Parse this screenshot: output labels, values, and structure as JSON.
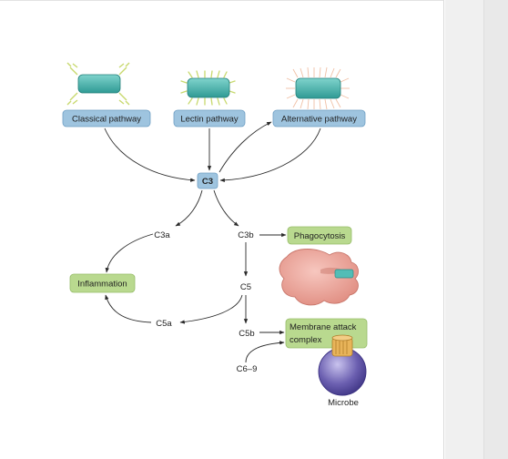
{
  "pathways": {
    "classical": "Classical pathway",
    "lectin": "Lectin pathway",
    "alternative": "Alternative pathway"
  },
  "center": {
    "c3": "C3"
  },
  "fragments": {
    "c3a": "C3a",
    "c3b": "C3b",
    "c5": "C5",
    "c5a": "C5a",
    "c5b": "C5b",
    "c6_9": "C6–9"
  },
  "outcomes": {
    "inflammation": "Inflammation",
    "phagocytosis": "Phagocytosis",
    "mac_line1": "Membrane attack",
    "mac_line2": "complex"
  },
  "microbe": {
    "label": "Microbe"
  },
  "colors": {
    "pathway_box": "#9ec4df",
    "outcome_box": "#b9d98f",
    "bacterium": "#43b3ac",
    "phagocyte": "#e9a398",
    "microbe": "#5b4f9e",
    "membrane_channel": "#e8b45a"
  }
}
